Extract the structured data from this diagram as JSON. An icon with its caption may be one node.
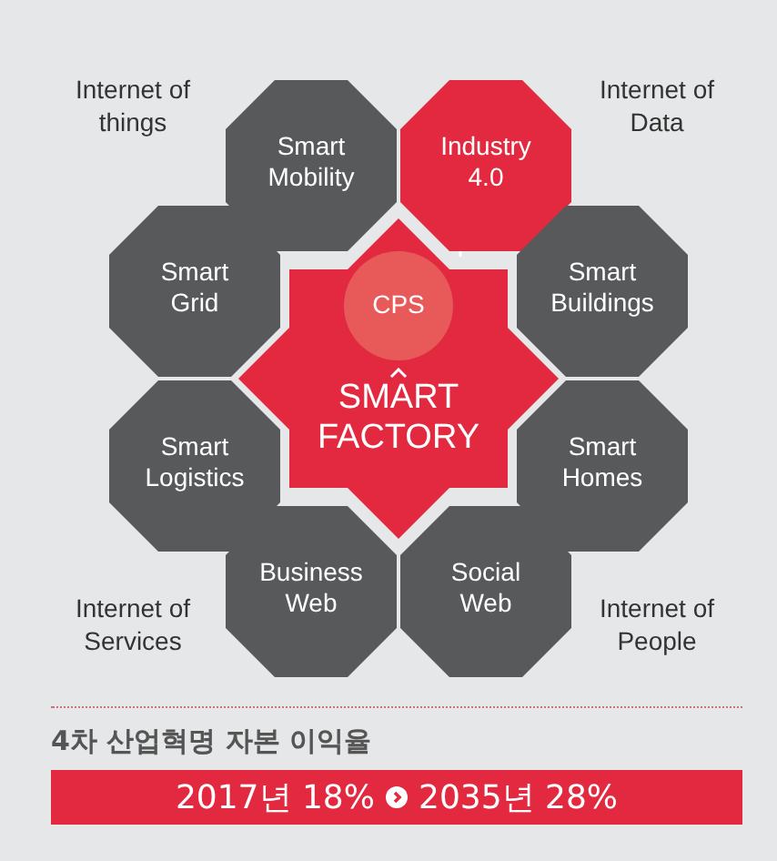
{
  "diagram": {
    "nodes": [
      {
        "text": [
          "Smart Mobility"
        ]
      },
      {
        "text": [
          "Industry 4.0"
        ]
      },
      {
        "text": [
          "Smart Grid"
        ]
      },
      {
        "text": [
          "SMART FACTORY"
        ]
      },
      {
        "text": [
          "CPS"
        ],
        "in": 3
      },
      {
        "text": [
          "Smart Buildings"
        ]
      },
      {
        "text": [
          "Smart Logistics"
        ]
      },
      {
        "text": [
          "Smart Homes"
        ]
      },
      {
        "text": [
          "Business Web"
        ]
      },
      {
        "text": [
          "Social Web"
        ]
      }
    ],
    "edges": [],
    "labels": [
      "Internet of things",
      "Internet of Data",
      "Internet of Services",
      "Internet of People",
      "4차 산업혁명 자본 이익율",
      "2017년 18%",
      "2035년 28%"
    ]
  }
}
